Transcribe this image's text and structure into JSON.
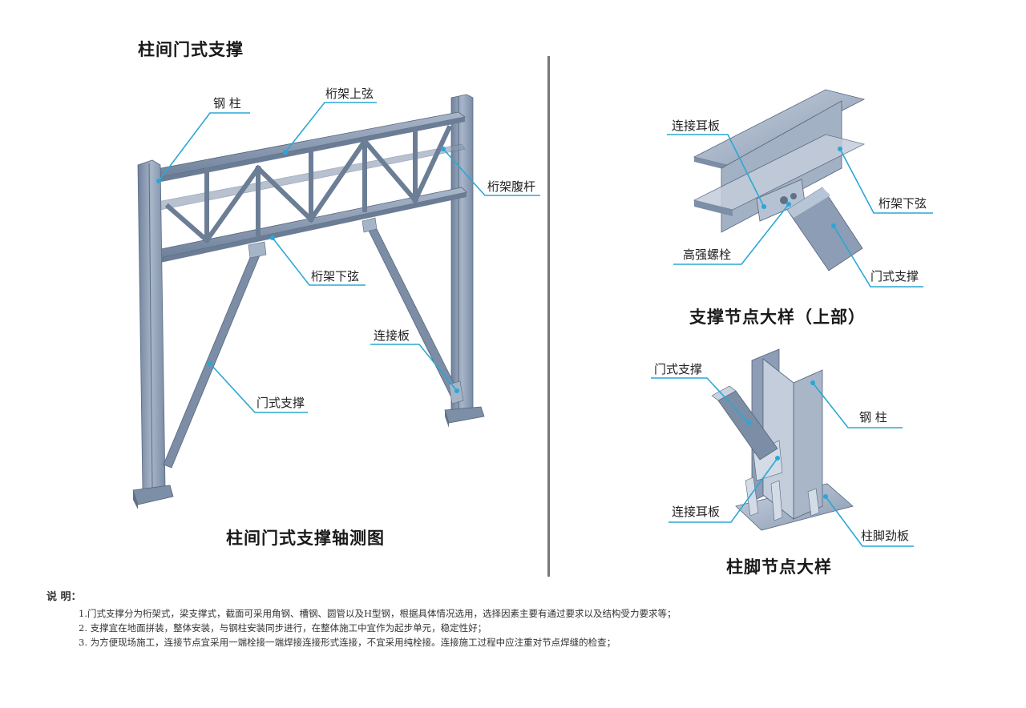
{
  "titles": {
    "page_title": "柱间门式支撑",
    "axo_caption": "柱间门式支撑轴测图",
    "upper_caption": "支撑节点大样（上部）",
    "foot_caption": "柱脚节点大样"
  },
  "labels": {
    "axo_steel_column": "钢 柱",
    "axo_truss_top_chord": "桁架上弦",
    "axo_truss_web": "桁架腹杆",
    "axo_truss_bottom_chord": "桁架下弦",
    "axo_connection_plate": "连接板",
    "axo_portal_brace": "门式支撑",
    "upper_ear_plate": "连接耳板",
    "upper_bottom_chord": "桁架下弦",
    "upper_bolt": "高强螺栓",
    "upper_portal_brace": "门式支撑",
    "foot_portal_brace": "门式支撑",
    "foot_steel_column": "钢 柱",
    "foot_ear_plate": "连接耳板",
    "foot_stiffener": "柱脚劲板"
  },
  "colors": {
    "leader": "#2aa7d6",
    "steel": "#8a9bb2",
    "steel_light": "#b9c6d6",
    "steel_dark": "#5f7089"
  },
  "notes": {
    "heading": "说 明：",
    "items": [
      "1.门式支撑分为桁架式，梁支撑式，截面可采用角钢、槽钢、圆管以及H型钢，根据具体情况选用，选择因素主要有通过要求以及结构受力要求等；",
      "2. 支撑宜在地面拼装，整体安装，与钢柱安装同步进行，在整体施工中宜作为起步单元，稳定性好；",
      "3. 为方便现场施工，连接节点宜采用一端栓接一端焊接连接形式连接，不宜采用纯栓接。连接施工过程中应注重对节点焊缝的检查；"
    ]
  }
}
